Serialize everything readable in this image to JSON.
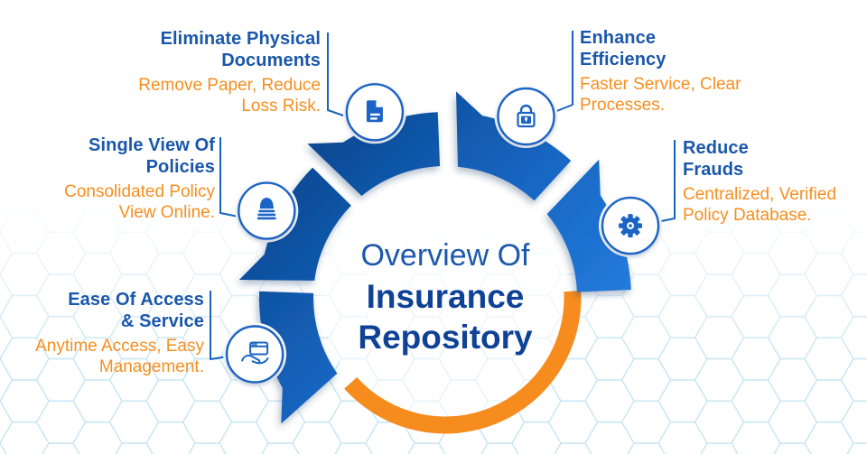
{
  "diagram_title": {
    "line1": "Overview Of",
    "line2": "Insurance",
    "line3": "Repository"
  },
  "items": [
    {
      "id": "eliminate-physical-documents",
      "icon": "document-icon",
      "title": "Eliminate Physical\nDocuments",
      "subtitle": "Remove Paper, Reduce\nLoss Risk."
    },
    {
      "id": "enhance-efficiency",
      "icon": "lock-open-icon",
      "title": "Enhance\nEfficiency",
      "subtitle": "Faster Service, Clear\nProcesses."
    },
    {
      "id": "single-view-of-policies",
      "icon": "stack-icon",
      "title": "Single View Of\nPolicies",
      "subtitle": "Consolidated Policy\nView Online."
    },
    {
      "id": "reduce-frauds",
      "icon": "gear-icon",
      "title": "Reduce\nFrauds",
      "subtitle": "Centralized, Verified\nPolicy Database."
    },
    {
      "id": "ease-of-access-service",
      "icon": "hand-window-icon",
      "title": "Ease Of Access\n& Service",
      "subtitle": "Anytime Access, Easy\nManagement."
    }
  ],
  "colors": {
    "heading_blue": "#1A57AB",
    "accent_orange": "#F78E1E",
    "title_blue": "#1C59AC",
    "title_bold_blue": "#0F4296",
    "petal_dark": "#083776",
    "petal_light": "#2B84E8",
    "icon_blue": "#1B63C4",
    "connector_blue": "#1565C0",
    "arc_orange": "#F78C1E",
    "hexagon_line": "#BFE2F2"
  }
}
